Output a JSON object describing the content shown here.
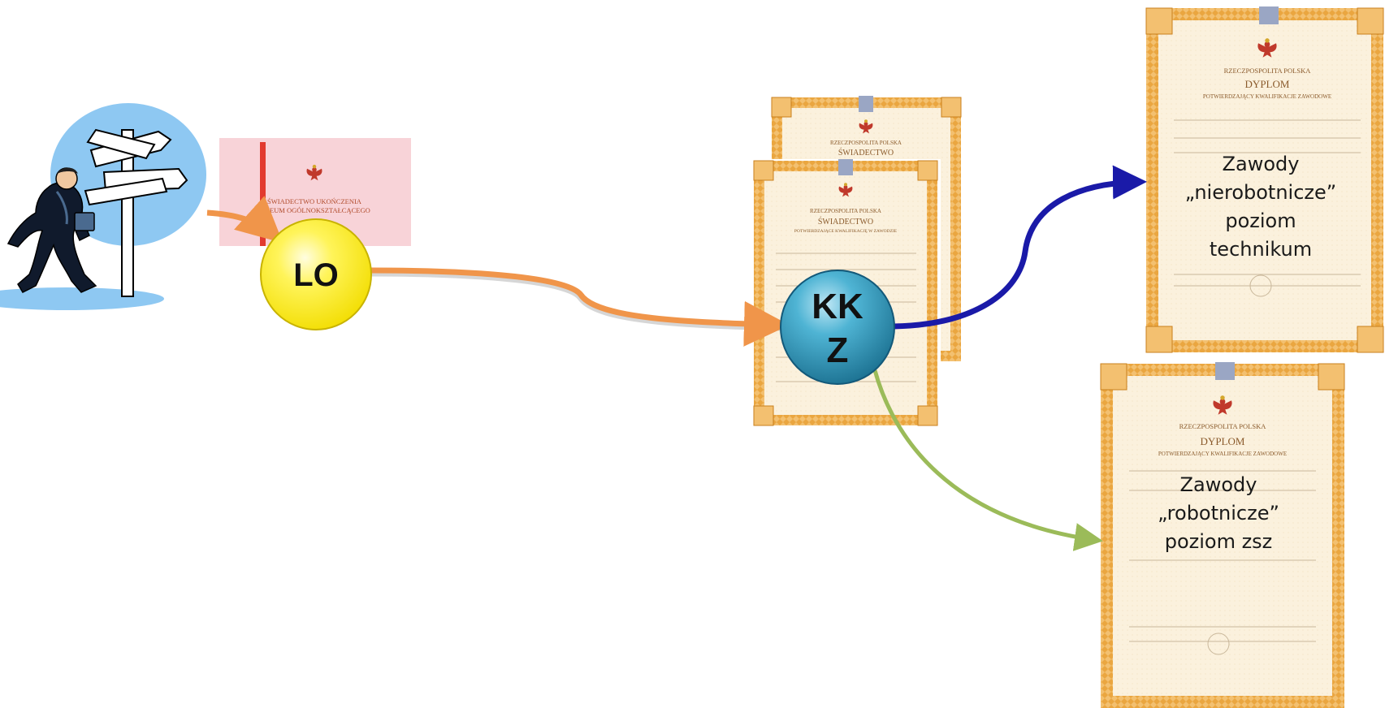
{
  "nodes": {
    "lo": {
      "label": "LO",
      "color": "#ffef1a"
    },
    "kkz": {
      "label_line1": "KK",
      "label_line2": "Z",
      "color": "#2a8fb0"
    }
  },
  "certificates": {
    "lo_swiadectwo": {
      "line1": "ŚWIADECTWO UKOŃCZENIA",
      "line2": "LICEUM OGÓLNOKSZTAŁCĄCEGO"
    },
    "kkz_back": {
      "header": "RZECZPOSPOLITA POLSKA",
      "title": "ŚWIADECTWO"
    },
    "kkz_front": {
      "header": "RZECZPOSPOLITA POLSKA",
      "title": "ŚWIADECTWO",
      "subtitle": "POTWIERDZAJĄCE KWALIFIKACJĘ W ZAWODZIE"
    },
    "dyplom_top": {
      "header": "RZECZPOSPOLITA POLSKA",
      "title": "DYPLOM",
      "subtitle": "POTWIERDZAJĄCY KWALIFIKACJE ZAWODOWE",
      "caption": [
        "Zawody",
        "„nierobotnicze”",
        "poziom",
        "technikum"
      ]
    },
    "dyplom_bottom": {
      "header": "RZECZPOSPOLITA POLSKA",
      "title": "DYPLOM",
      "subtitle": "POTWIERDZAJĄCY KWALIFIKACJE ZAWODOWE",
      "caption": [
        "Zawody",
        "„robotnicze”",
        "poziom zsz"
      ]
    }
  },
  "colors": {
    "arrow_orange": "#f0954a",
    "arrow_blue": "#1a1aa8",
    "arrow_green": "#9bbb59",
    "certificate_border": "#e8a33c",
    "certificate_paper": "#fbf1dd",
    "pink_certificate": "#f8d3d8"
  },
  "icons": [
    "person-at-signpost-icon",
    "polish-eagle-emblem-icon"
  ]
}
